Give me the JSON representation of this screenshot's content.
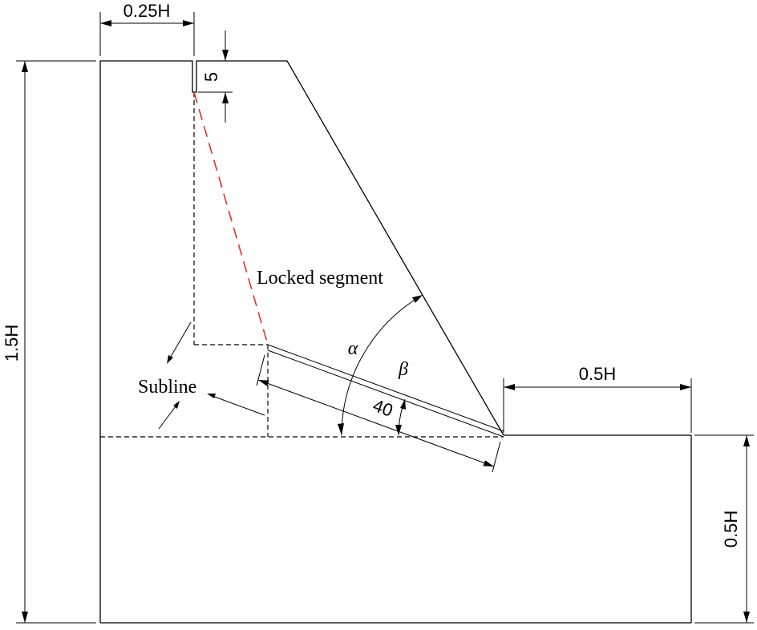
{
  "labels": {
    "top_width": "0.25H",
    "gap_depth": "5",
    "total_height": "1.5H",
    "right_width": "0.5H",
    "base_height": "0.5H",
    "locked_segment": "Locked segment",
    "subline": "Subline",
    "alpha": "α",
    "beta": "β",
    "length": "40"
  },
  "colors": {
    "line": "#000000",
    "locked_segment_line": "#e0302a"
  }
}
